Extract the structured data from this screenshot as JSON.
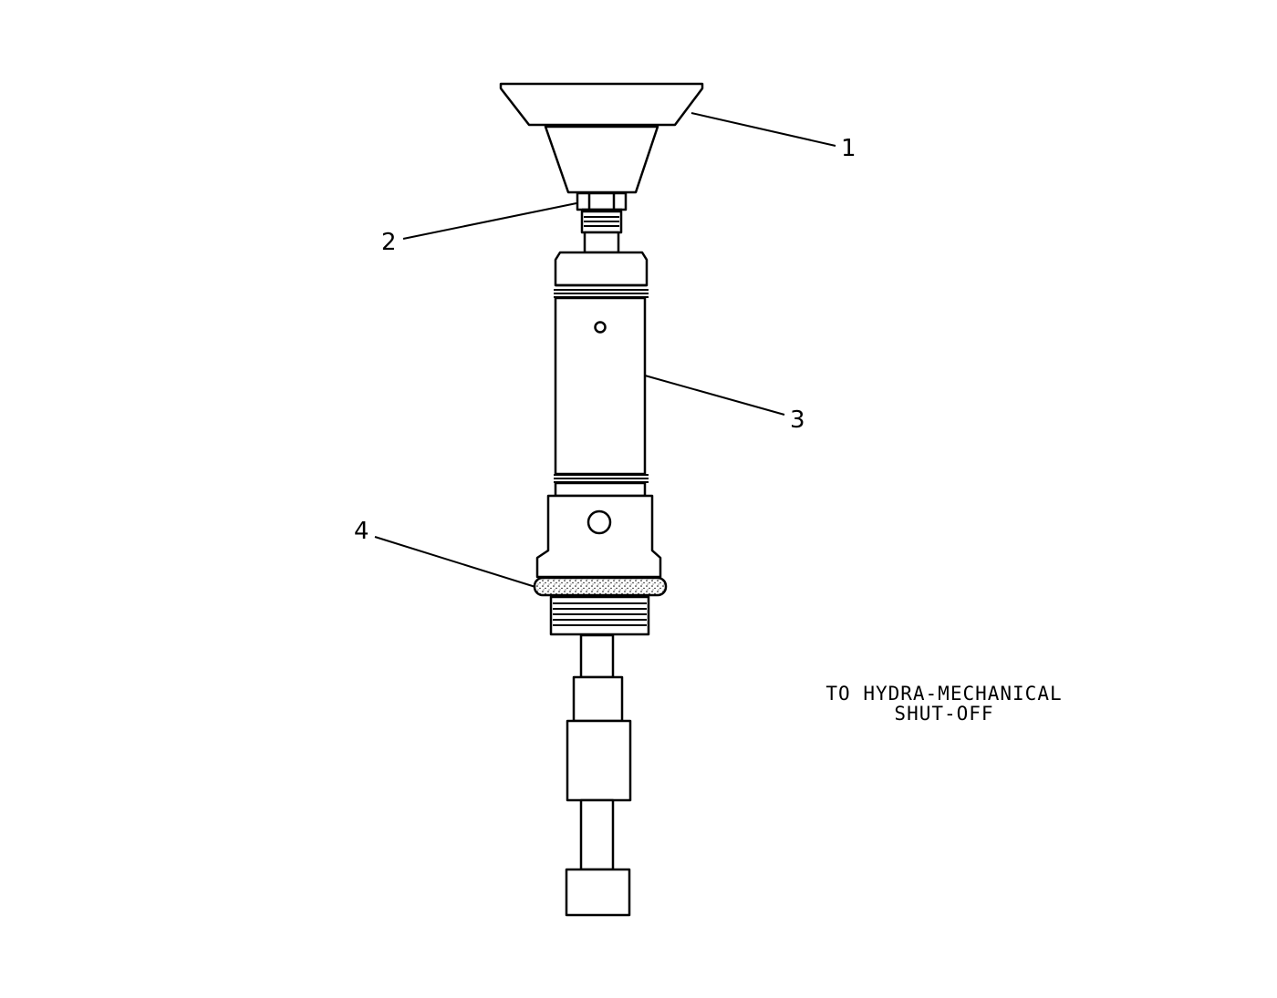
{
  "callouts": [
    "1",
    "2",
    "3",
    "4"
  ],
  "note": {
    "line1": "TO HYDRA-MECHANICAL",
    "line2": "SHUT-OFF"
  }
}
